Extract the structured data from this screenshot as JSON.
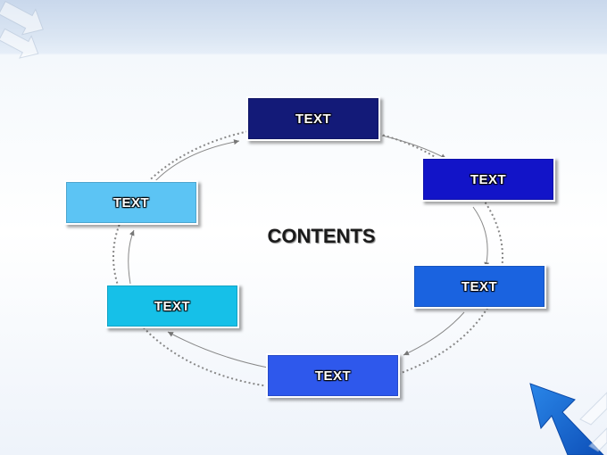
{
  "title": "CONTENTS",
  "nodes": [
    {
      "id": "top",
      "label": "TEXT",
      "color": "#131a78"
    },
    {
      "id": "right-upper",
      "label": "TEXT",
      "color": "#1214c8"
    },
    {
      "id": "right-lower",
      "label": "TEXT",
      "color": "#1a63e0"
    },
    {
      "id": "bottom",
      "label": "TEXT",
      "color": "#2e58ec"
    },
    {
      "id": "left-lower",
      "label": "TEXT",
      "color": "#16c0e8"
    },
    {
      "id": "left-upper",
      "label": "TEXT",
      "color": "#5cc4f4"
    }
  ],
  "colors": {
    "accent_arrow": "#1f6fd6",
    "ring": "#777777"
  }
}
